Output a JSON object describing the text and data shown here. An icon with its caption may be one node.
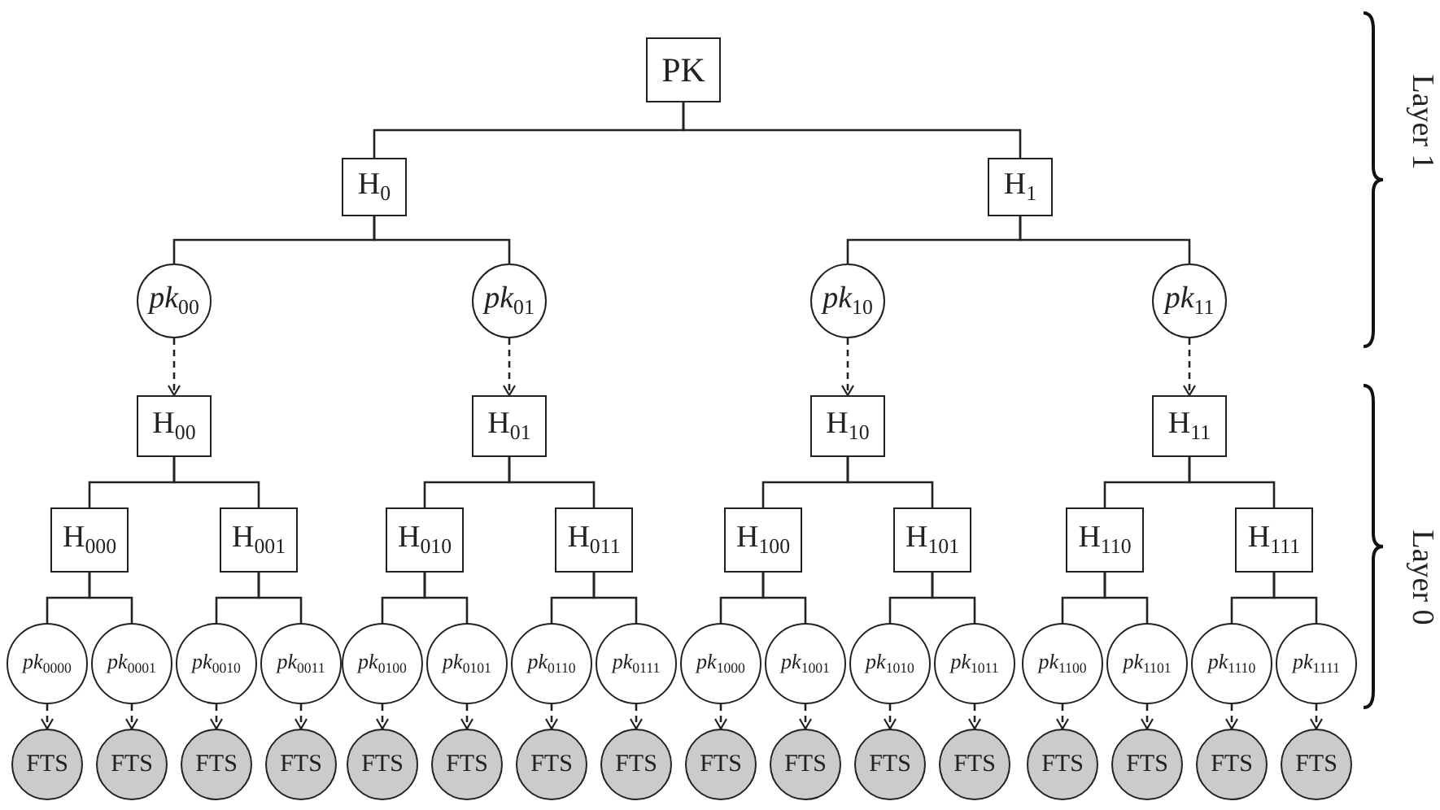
{
  "diagram": {
    "nodes": [
      {
        "text": [
          "PK"
        ]
      },
      {
        "text": [
          "H$_{0}$"
        ]
      },
      {
        "text": [
          "H$_{1}$"
        ]
      },
      {
        "text": [
          "*pk*$_{00}$"
        ]
      },
      {
        "text": [
          "*pk*$_{01}$"
        ]
      },
      {
        "text": [
          "*pk*$_{10}$"
        ]
      },
      {
        "text": [
          "*pk*$_{11}$"
        ]
      },
      {
        "text": [
          "H$_{00}$"
        ]
      },
      {
        "text": [
          "H$_{01}$"
        ]
      },
      {
        "text": [
          "H$_{10}$"
        ]
      },
      {
        "text": [
          "H$_{11}$"
        ]
      },
      {
        "text": [
          "H$_{000}$"
        ]
      },
      {
        "text": [
          "H$_{001}$"
        ]
      },
      {
        "text": [
          "H$_{010}$"
        ]
      },
      {
        "text": [
          "H$_{011}$"
        ]
      },
      {
        "text": [
          "H$_{100}$"
        ]
      },
      {
        "text": [
          "H$_{101}$"
        ]
      },
      {
        "text": [
          "H$_{110}$"
        ]
      },
      {
        "text": [
          "H$_{111}$"
        ]
      },
      {
        "text": [
          "*pk*$_{0000}$"
        ]
      },
      {
        "text": [
          "*pk*$_{0001}$"
        ]
      },
      {
        "text": [
          "*pk*$_{0010}$"
        ]
      },
      {
        "text": [
          "*pk*$_{0011}$"
        ]
      },
      {
        "text": [
          "*pk*$_{0100}$"
        ]
      },
      {
        "text": [
          "*pk*$_{0101}$"
        ]
      },
      {
        "text": [
          "*pk*$_{0110}$"
        ]
      },
      {
        "text": [
          "*pk*$_{0111}$"
        ]
      },
      {
        "text": [
          "*pk*$_{1000}$"
        ]
      },
      {
        "text": [
          "*pk*$_{1001}$"
        ]
      },
      {
        "text": [
          "*pk*$_{1010}$"
        ]
      },
      {
        "text": [
          "*pk*$_{1011}$"
        ]
      },
      {
        "text": [
          "*pk*$_{1100}$"
        ]
      },
      {
        "text": [
          "*pk*$_{1101}$"
        ]
      },
      {
        "text": [
          "*pk*$_{1110}$"
        ]
      },
      {
        "text": [
          "*pk*$_{1111}$"
        ]
      },
      {
        "text": [
          "FTS"
        ]
      },
      {
        "text": [
          "FTS"
        ]
      },
      {
        "text": [
          "FTS"
        ]
      },
      {
        "text": [
          "FTS"
        ]
      },
      {
        "text": [
          "FTS"
        ]
      },
      {
        "text": [
          "FTS"
        ]
      },
      {
        "text": [
          "FTS"
        ]
      },
      {
        "text": [
          "FTS"
        ]
      },
      {
        "text": [
          "FTS"
        ]
      },
      {
        "text": [
          "FTS"
        ]
      },
      {
        "text": [
          "FTS"
        ]
      },
      {
        "text": [
          "FTS"
        ]
      },
      {
        "text": [
          "FTS"
        ]
      },
      {
        "text": [
          "FTS"
        ]
      },
      {
        "text": [
          "FTS"
        ]
      },
      {
        "text": [
          "FTS"
        ]
      }
    ],
    "edges": [
      {
        "from": 0,
        "to": 1,
        "arrow": "none"
      },
      {
        "from": 0,
        "to": 2,
        "arrow": "none"
      },
      {
        "from": 1,
        "to": 3,
        "arrow": "none"
      },
      {
        "from": 1,
        "to": 4,
        "arrow": "none"
      },
      {
        "from": 2,
        "to": 5,
        "arrow": "none"
      },
      {
        "from": 2,
        "to": 6,
        "arrow": "none"
      },
      {
        "from": 3,
        "to": 7,
        "arrow": "to",
        "style": "dashed"
      },
      {
        "from": 4,
        "to": 8,
        "arrow": "to",
        "style": "dashed"
      },
      {
        "from": 5,
        "to": 9,
        "arrow": "to",
        "style": "dashed"
      },
      {
        "from": 6,
        "to": 10,
        "arrow": "to",
        "style": "dashed"
      },
      {
        "from": 7,
        "to": 11,
        "arrow": "none"
      },
      {
        "from": 7,
        "to": 12,
        "arrow": "none"
      },
      {
        "from": 8,
        "to": 13,
        "arrow": "none"
      },
      {
        "from": 8,
        "to": 14,
        "arrow": "none"
      },
      {
        "from": 9,
        "to": 15,
        "arrow": "none"
      },
      {
        "from": 9,
        "to": 16,
        "arrow": "none"
      },
      {
        "from": 10,
        "to": 17,
        "arrow": "none"
      },
      {
        "from": 10,
        "to": 18,
        "arrow": "none"
      },
      {
        "from": 11,
        "to": 19,
        "arrow": "none"
      },
      {
        "from": 11,
        "to": 20,
        "arrow": "none"
      },
      {
        "from": 12,
        "to": 21,
        "arrow": "none"
      },
      {
        "from": 12,
        "to": 22,
        "arrow": "none"
      },
      {
        "from": 13,
        "to": 23,
        "arrow": "none"
      },
      {
        "from": 13,
        "to": 24,
        "arrow": "none"
      },
      {
        "from": 14,
        "to": 25,
        "arrow": "none"
      },
      {
        "from": 14,
        "to": 26,
        "arrow": "none"
      },
      {
        "from": 15,
        "to": 27,
        "arrow": "none"
      },
      {
        "from": 15,
        "to": 28,
        "arrow": "none"
      },
      {
        "from": 16,
        "to": 29,
        "arrow": "none"
      },
      {
        "from": 16,
        "to": 30,
        "arrow": "none"
      },
      {
        "from": 17,
        "to": 31,
        "arrow": "none"
      },
      {
        "from": 17,
        "to": 32,
        "arrow": "none"
      },
      {
        "from": 18,
        "to": 33,
        "arrow": "none"
      },
      {
        "from": 18,
        "to": 34,
        "arrow": "none"
      },
      {
        "from": 19,
        "to": 35,
        "arrow": "to",
        "style": "dashed"
      },
      {
        "from": 20,
        "to": 36,
        "arrow": "to",
        "style": "dashed"
      },
      {
        "from": 21,
        "to": 37,
        "arrow": "to",
        "style": "dashed"
      },
      {
        "from": 22,
        "to": 38,
        "arrow": "to",
        "style": "dashed"
      },
      {
        "from": 23,
        "to": 39,
        "arrow": "to",
        "style": "dashed"
      },
      {
        "from": 24,
        "to": 40,
        "arrow": "to",
        "style": "dashed"
      },
      {
        "from": 25,
        "to": 41,
        "arrow": "to",
        "style": "dashed"
      },
      {
        "from": 26,
        "to": 42,
        "arrow": "to",
        "style": "dashed"
      },
      {
        "from": 27,
        "to": 43,
        "arrow": "to",
        "style": "dashed"
      },
      {
        "from": 28,
        "to": 44,
        "arrow": "to",
        "style": "dashed"
      },
      {
        "from": 29,
        "to": 45,
        "arrow": "to",
        "style": "dashed"
      },
      {
        "from": 30,
        "to": 46,
        "arrow": "to",
        "style": "dashed"
      },
      {
        "from": 31,
        "to": 47,
        "arrow": "to",
        "style": "dashed"
      },
      {
        "from": 32,
        "to": 48,
        "arrow": "to",
        "style": "dashed"
      },
      {
        "from": 33,
        "to": 49,
        "arrow": "to",
        "style": "dashed"
      },
      {
        "from": 34,
        "to": 50,
        "arrow": "to",
        "style": "dashed"
      }
    ],
    "labels": [
      "Layer 1",
      "Layer 0"
    ]
  }
}
